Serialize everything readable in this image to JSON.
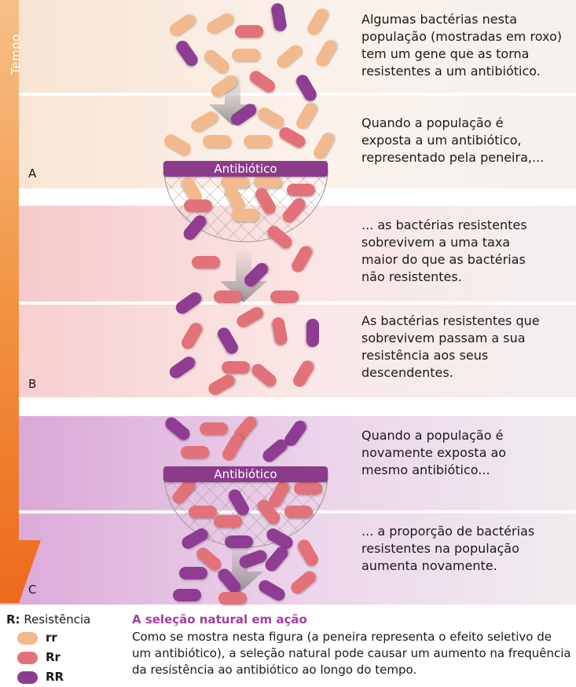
{
  "time_label": "Tempo",
  "stages": [
    {
      "label": "A"
    },
    {
      "label": "B"
    },
    {
      "label": "C"
    }
  ],
  "captions": [
    "Algumas bactérias nesta\npopulação (mostradas em roxo)\ntem um gene que as torna\nresistentes a um antibiótico.",
    "Quando a população é\nexposta a um antibiótico,\nrepresentado pela peneira,...",
    "... as bactérias resistentes\nsobrevivem a uma taxa\nmaior do que as bactérias\nnão resistentes.",
    "As bactérias resistentes que\nsobrevivem passam a sua\nresistência aos seus\ndescendentes.",
    "Quando a população é\nnovamente exposta ao\nmesmo antibiótico...",
    "... a proporção de bactérias\nresistentes na população\naumenta novamente."
  ],
  "sieve_label": "Antibiótico",
  "legend": {
    "title_bold": "R:",
    "title": " Resistência",
    "items": [
      {
        "label": "rr",
        "color": "#f2b98e"
      },
      {
        "label": "Rr",
        "color": "#e2717a"
      },
      {
        "label": "RR",
        "color": "#8e3c92"
      }
    ]
  },
  "footer": {
    "title": "A seleção natural em ação",
    "text": "Como se mostra nesta figura (a peneira representa o efeito seletivo de um antibiótico), a seleção natural pode causar um aumento na frequência da resistência ao antibiótico ao longo do tempo."
  },
  "colors": {
    "rr": "#f2b98e",
    "Rr": "#e2717a",
    "RR": "#8e3c92",
    "sieve": "#8a3b8a",
    "timebar": "#ef7c2a",
    "title_accent": "#a040a0"
  }
}
